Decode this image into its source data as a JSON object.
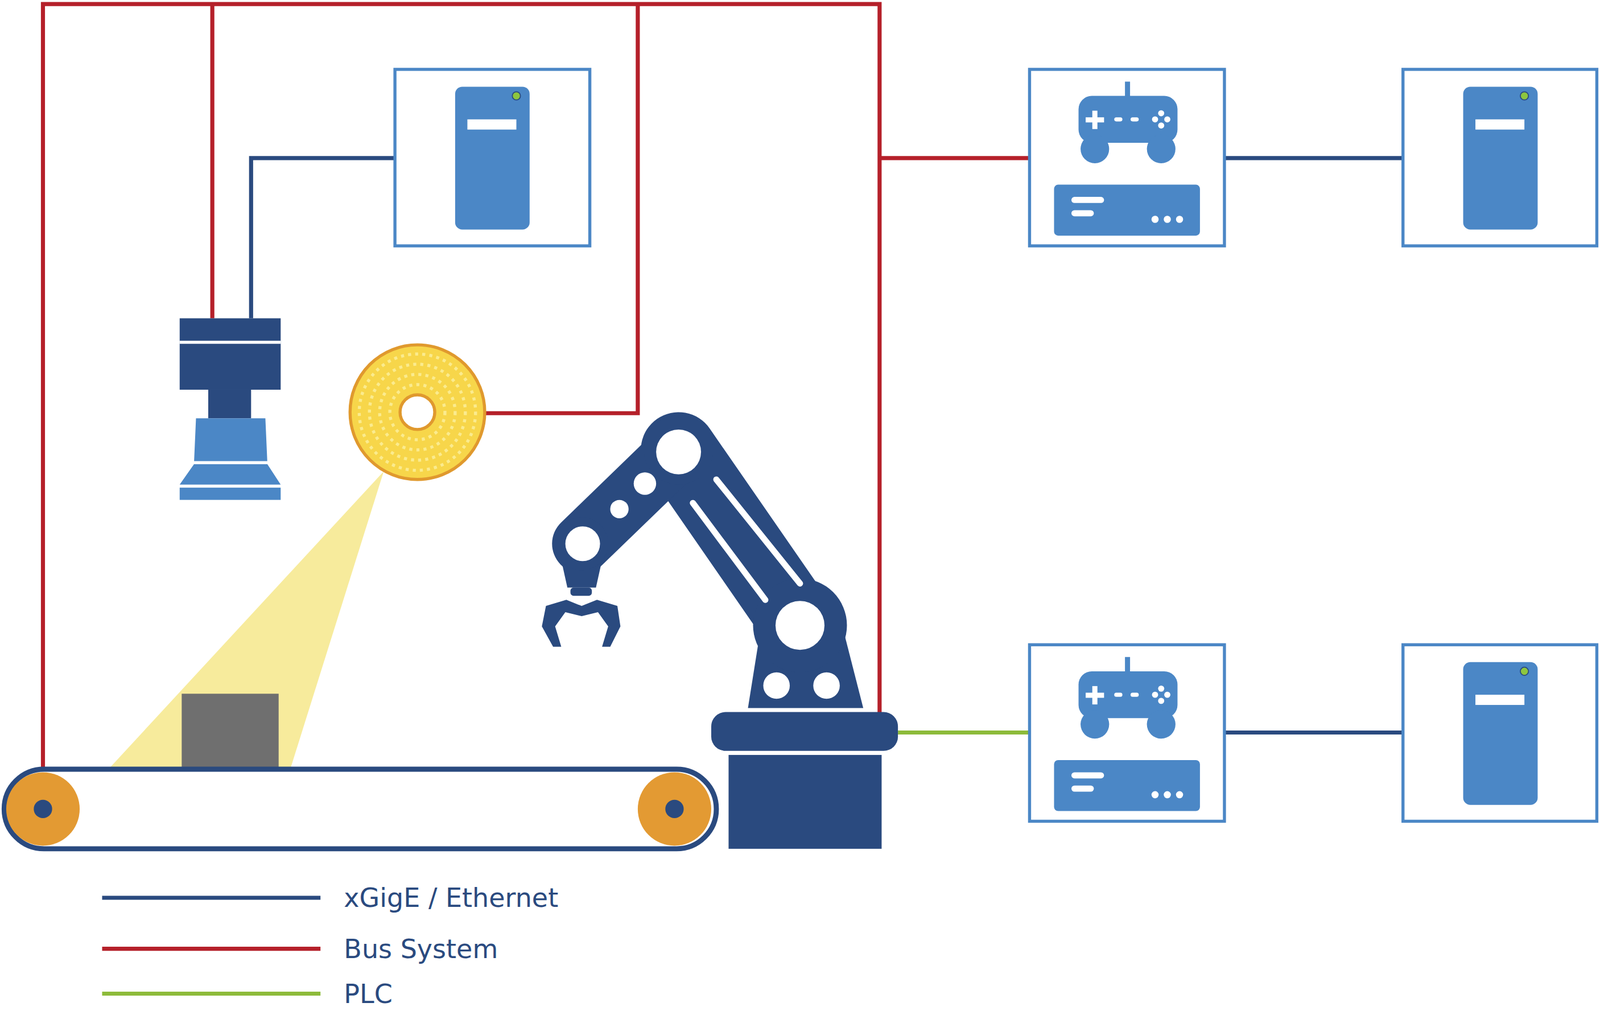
{
  "diagram": {
    "legend": [
      {
        "text": "xGigE / Ethernet"
      },
      {
        "text": "Bus System"
      },
      {
        "text": "PLC"
      }
    ]
  }
}
